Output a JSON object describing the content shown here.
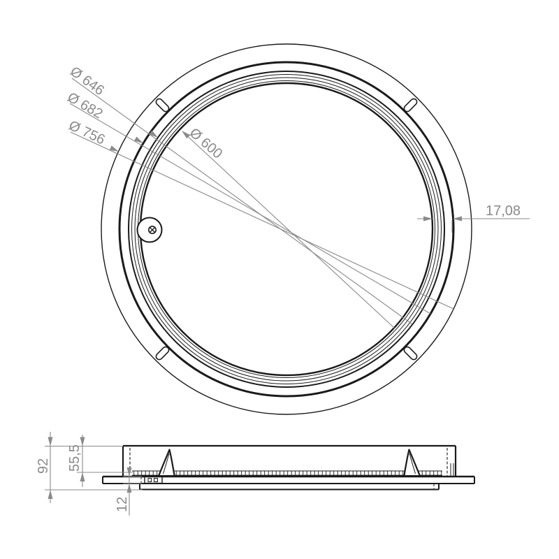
{
  "colors": {
    "line": "#1a1a1a",
    "dim": "#8a8a8a",
    "background": "#ffffff"
  },
  "top_view": {
    "labels": {
      "d646": "Ø 646",
      "d682": "Ø 682",
      "d756": "Ø 756",
      "d600": "Ø 600",
      "wall": "17,08"
    }
  },
  "side_view": {
    "labels": {
      "overall_height": "92",
      "seat_depth": "55,5",
      "flange_thickness": "12"
    }
  }
}
